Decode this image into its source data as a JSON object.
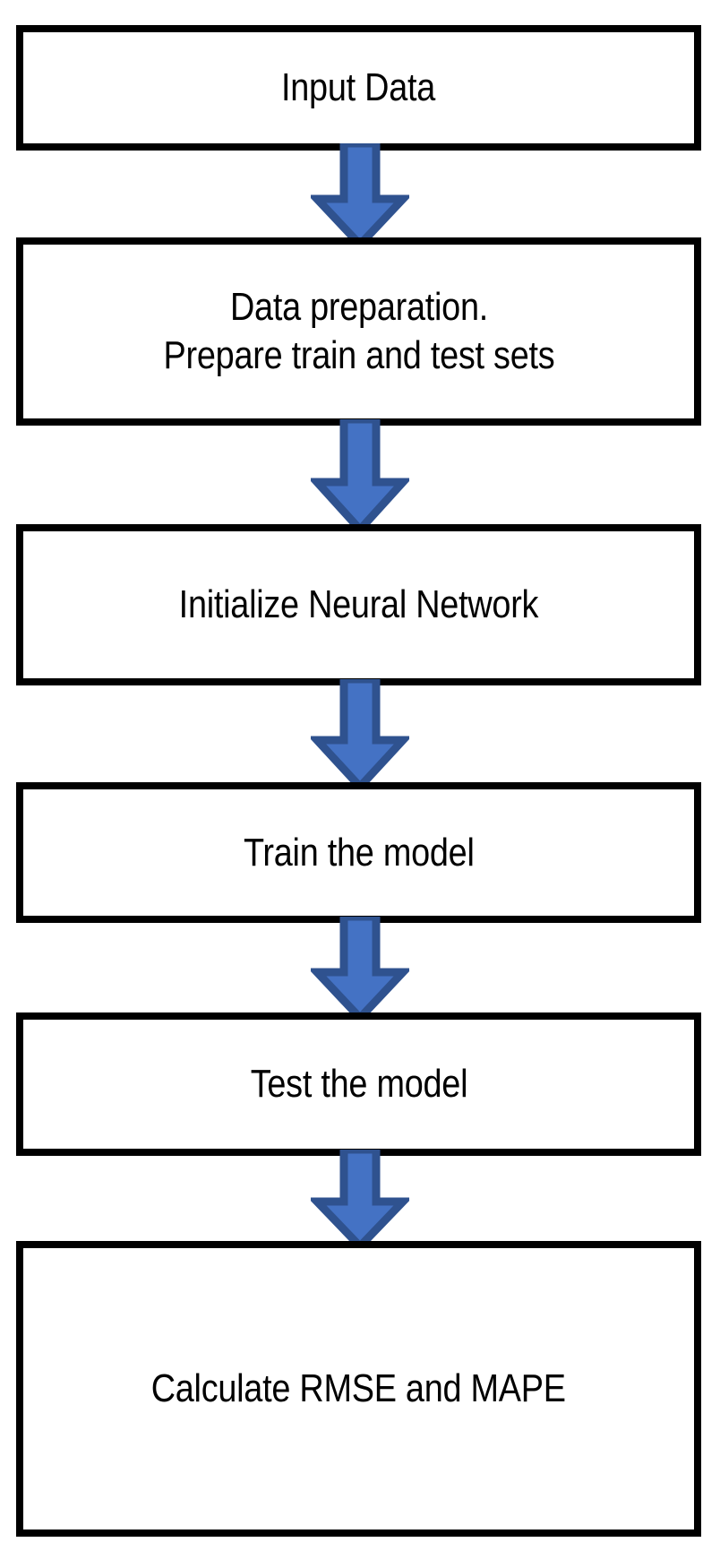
{
  "diagram": {
    "title": "Neural network forecasting workflow flowchart",
    "type": "flowchart",
    "orientation": "top-to-bottom",
    "colors": {
      "background": "#ffffff",
      "node_fill": "#ffffff",
      "node_border": "#000000",
      "text": "#000000",
      "arrow_fill": "#4472c4",
      "arrow_stroke": "#2f528f"
    },
    "nodes": [
      {
        "id": "node-1",
        "name": "input-data",
        "shape": "rectangle",
        "lines": [
          "Input Data"
        ],
        "label": "Input Data"
      },
      {
        "id": "node-2",
        "name": "data-preparation",
        "shape": "rectangle",
        "lines": [
          "Data preparation.",
          "Prepare train and test sets"
        ],
        "label": "Data preparation.\nPrepare train and test sets"
      },
      {
        "id": "node-3",
        "name": "initialize-neural-network",
        "shape": "rectangle",
        "lines": [
          "Initialize Neural Network"
        ],
        "label": "Initialize Neural Network"
      },
      {
        "id": "node-4",
        "name": "train-the-model",
        "shape": "rectangle",
        "lines": [
          "Train the model"
        ],
        "label": "Train the model"
      },
      {
        "id": "node-5",
        "name": "test-the-model",
        "shape": "rectangle",
        "lines": [
          "Test the model"
        ],
        "label": "Test the model"
      },
      {
        "id": "node-6",
        "name": "calculate-rmse-and-mape",
        "shape": "rectangle",
        "lines": [
          "Calculate RMSE and MAPE"
        ],
        "label": "Calculate RMSE and MAPE"
      }
    ],
    "connectors": [
      {
        "id": "arrow-1",
        "name": "down-arrow-icon",
        "from": "node-1",
        "to": "node-2",
        "direction": "down"
      },
      {
        "id": "arrow-2",
        "name": "down-arrow-icon",
        "from": "node-2",
        "to": "node-3",
        "direction": "down"
      },
      {
        "id": "arrow-3",
        "name": "down-arrow-icon",
        "from": "node-3",
        "to": "node-4",
        "direction": "down"
      },
      {
        "id": "arrow-4",
        "name": "down-arrow-icon",
        "from": "node-4",
        "to": "node-5",
        "direction": "down"
      },
      {
        "id": "arrow-5",
        "name": "down-arrow-icon",
        "from": "node-5",
        "to": "node-6",
        "direction": "down"
      }
    ]
  }
}
